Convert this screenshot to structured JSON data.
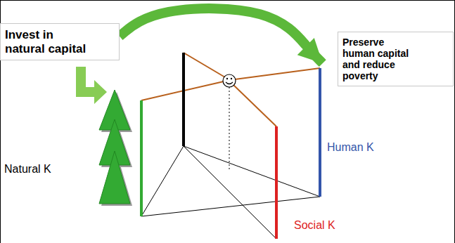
{
  "diagram": {
    "nodes": [
      {
        "text": [
          "Invest in natural capital"
        ]
      },
      {
        "text": [
          "Preserve human capital and reduce poverty"
        ]
      }
    ],
    "edges": [
      {
        "from": 0,
        "to": 1,
        "arrow": "to"
      }
    ],
    "labels": [
      "Natural K",
      "Human K",
      "Social K"
    ]
  }
}
